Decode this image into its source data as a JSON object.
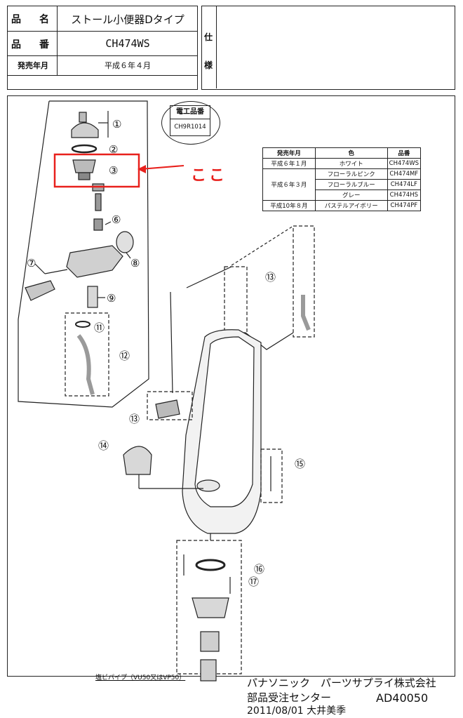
{
  "header": {
    "name_label": "品　名",
    "name_value": "ストール小便器Dタイプ",
    "number_label": "品　番",
    "number_value": "CH474WS",
    "release_label": "発売年月",
    "release_value": "平成６年４月",
    "spec_label_1": "仕",
    "spec_label_2": "様"
  },
  "badge": {
    "title": "電工品番",
    "code": "CH9R1014"
  },
  "annotation": {
    "text": "ここ"
  },
  "spec_table": {
    "headers": [
      "発売年月",
      "色",
      "品番"
    ],
    "rows": [
      [
        "平成６年１月",
        "ホワイト",
        "CH474WS"
      ],
      [
        "平成６年３月",
        "フローラルピンク",
        "CH474MF"
      ],
      [
        "",
        "フローラルブルー",
        "CH474LF"
      ],
      [
        "",
        "グレー",
        "CH474HS"
      ],
      [
        "平成10年８月",
        "パステルアイボリー",
        "CH474PF"
      ]
    ]
  },
  "parts": {
    "p1": "①",
    "p2": "②",
    "p3": "③",
    "p6": "⑥",
    "p7": "⑦",
    "p8": "⑧",
    "p9": "⑨",
    "p11": "⑪",
    "p12": "⑫",
    "p13a": "⑬",
    "p13b": "⑬",
    "p14": "⑭",
    "p15": "⑮",
    "p16": "⑯",
    "p17": "⑰"
  },
  "pipe_label": "塩ビパイプ（VU50又はVP50）",
  "footer": {
    "company": "パナソニック　パーツサプライ株式会社",
    "dept": "部品受注センター",
    "doc_code": "AD40050",
    "date_person": "2011/08/01 大井美季"
  },
  "colors": {
    "highlight": "#e8201c",
    "ink": "#222222"
  }
}
